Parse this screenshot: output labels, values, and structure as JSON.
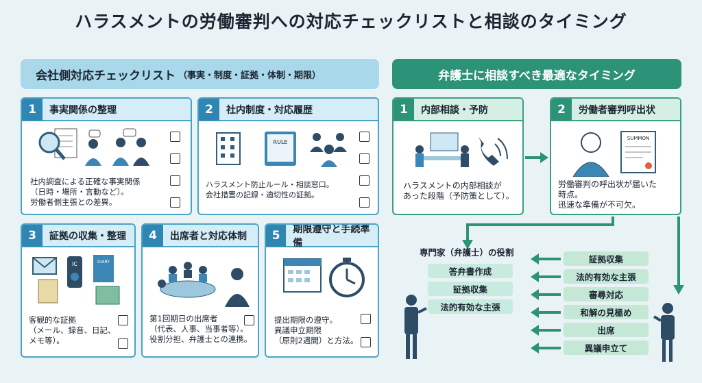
{
  "title": "ハラスメントの労働審判への対応チェックリストと相談のタイミング",
  "left_header": {
    "main": "会社側対応チェックリスト",
    "sub": "（事実・制度・証拠・体制・期限）"
  },
  "right_header": "弁護士に相談すべき最適なタイミング",
  "cards": [
    {
      "num": "1",
      "title": "事実関係の整理",
      "text": "社内調査による正確な事実関係\n（日時・場所・言動など）。\n労働者側主張との差異。"
    },
    {
      "num": "2",
      "title": "社内制度・対応履歴",
      "text": "ハラスメント防止ルール・相談窓口。\n会社措置の記録・適切性の証拠。",
      "sign": "RULE"
    },
    {
      "num": "3",
      "title": "証拠の収集・整理",
      "text": "客観的な証拠\n（メール、録音、日記、\nメモ等）。",
      "ic": "IC",
      "diary": "DIARY"
    },
    {
      "num": "4",
      "title": "出席者と対応体制",
      "text": "第1回期日の出席者\n（代表、人事、当事者等）。\n役割分担、弁護士との連携。"
    },
    {
      "num": "5",
      "title": "期限遵守と手続準備",
      "text": "提出期限の遵守。\n異議申立期限\n（原則2週間）と方法。"
    }
  ],
  "timing": [
    {
      "num": "1",
      "title": "内部相談・予防",
      "text": "ハラスメントの内部相談が\nあった段階（予防策として）。"
    },
    {
      "num": "2",
      "title": "労働者審判呼出状",
      "text": "労働審判の呼出状が届いた\n時点。\n迅速な準備が不可欠。",
      "doc": "SUMMON"
    }
  ],
  "lawyer_role": {
    "label": "専門家（弁護士）の役割",
    "left_items": [
      "答弁書作成",
      "証拠収集",
      "法的有効な主張"
    ],
    "right_items": [
      "証拠収集",
      "法的有効な主張",
      "審尋対応",
      "和解の見極め",
      "出席",
      "異議申立て"
    ]
  },
  "colors": {
    "blue": "#2f86b3",
    "green": "#2c9278",
    "arrow": "#2c9278"
  }
}
